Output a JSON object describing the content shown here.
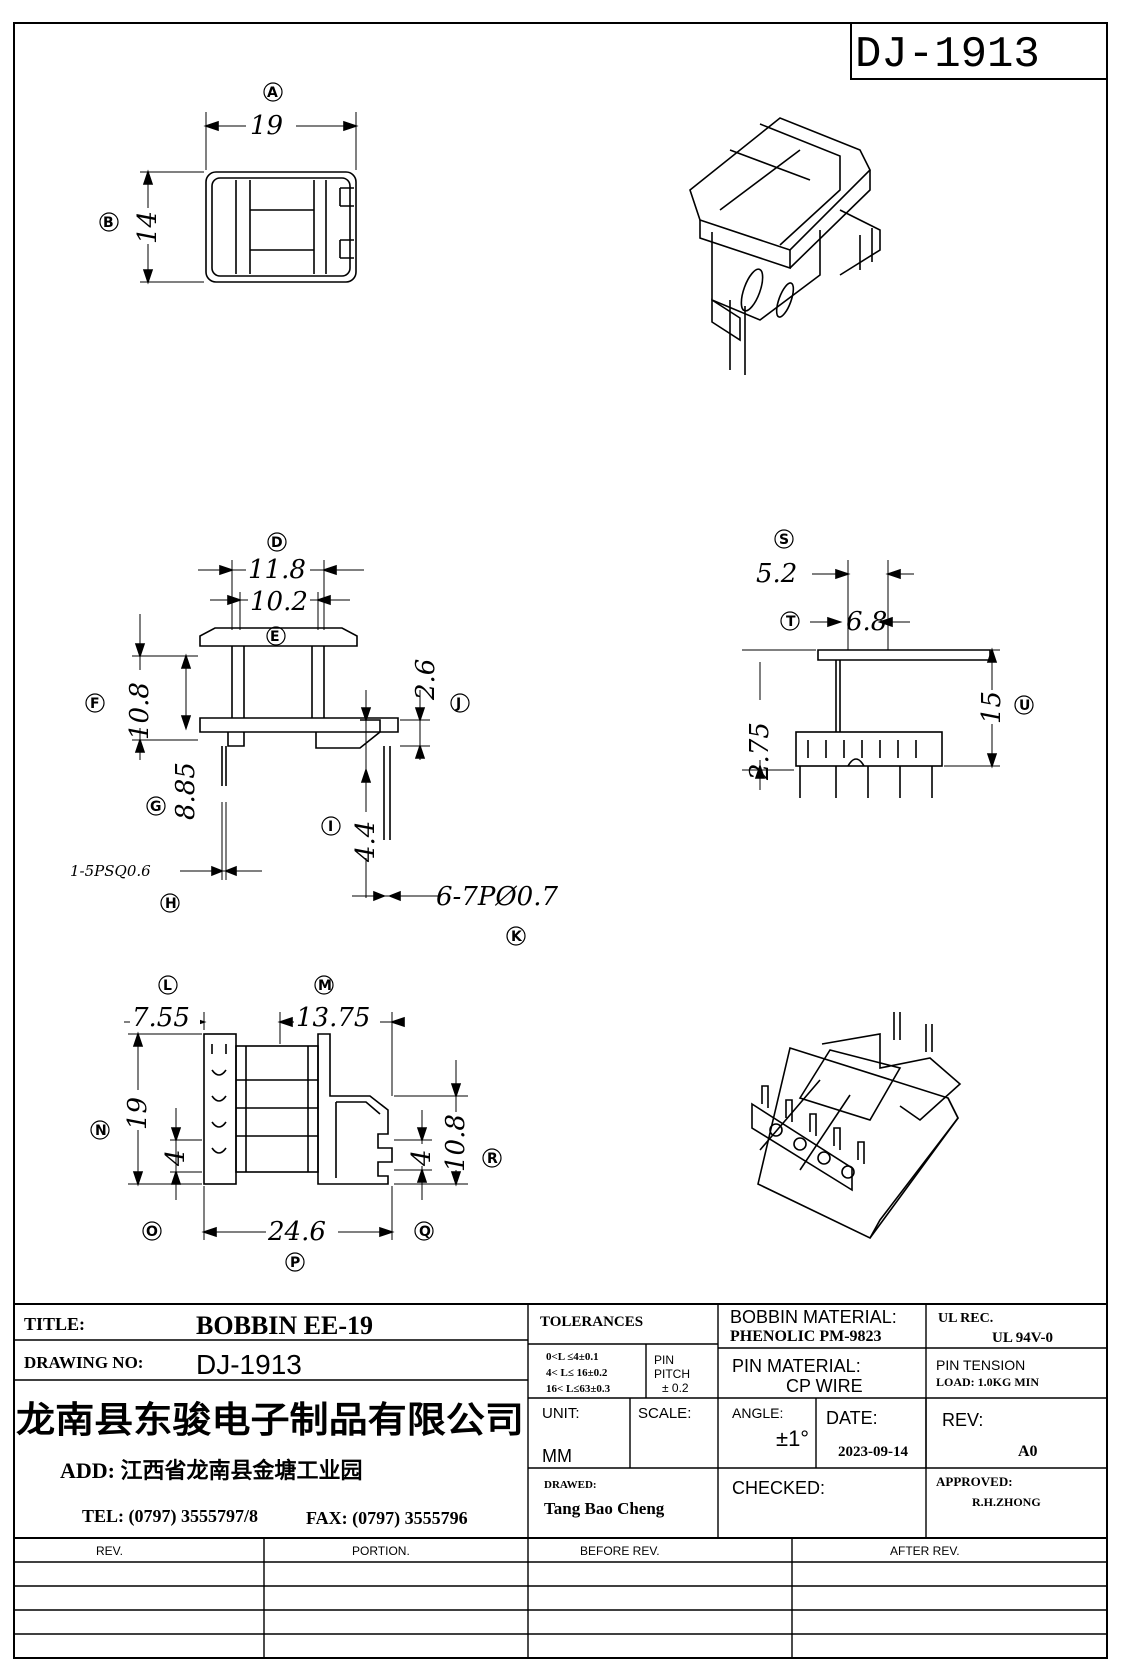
{
  "drawing_code": "DJ-1913",
  "views": {
    "top": {
      "a": "19",
      "b": "14",
      "ref_a": "A",
      "ref_b": "B"
    },
    "front": {
      "d": "11.8",
      "e": "10.2",
      "f": "10.8",
      "g": "8.85",
      "j": "2.6",
      "i": "4.4",
      "pin_sq": "1-5PSQ0.6",
      "pin_round": "6-7PØ0.7",
      "ref_d": "D",
      "ref_e": "E",
      "ref_f": "F",
      "ref_g": "G",
      "ref_h": "H",
      "ref_i": "I",
      "ref_j": "J",
      "ref_k": "K"
    },
    "side": {
      "s": "5.2",
      "t": "6.8",
      "v": "2.75",
      "u": "15",
      "ref_s": "S",
      "ref_t": "T",
      "ref_u": "U"
    },
    "bottom": {
      "l": "7.55",
      "m": "13.75",
      "n": "19",
      "o": "4",
      "r": "10.8",
      "q": "4",
      "p": "24.6",
      "ref_l": "L",
      "ref_m": "M",
      "ref_n": "N",
      "ref_o": "O",
      "ref_p": "P",
      "ref_q": "Q",
      "ref_r": "R"
    }
  },
  "title_block": {
    "title_label": "TITLE:",
    "title_value": "BOBBIN EE-19",
    "drawing_no_label": "DRAWING NO:",
    "drawing_no_value": "DJ-1913",
    "company": "龙南县东骏电子制品有限公司",
    "address": "ADD: 江西省龙南县金塘工业园",
    "tel": "TEL: (0797) 3555797/8",
    "fax": "FAX: (0797) 3555796",
    "tolerances_label": "TOLERANCES",
    "tol_1": "0<L ≤4±0.1",
    "tol_2": "4< L≤  16±0.2",
    "tol_3": "16< L≤63±0.3",
    "pin_pitch_1": "PIN",
    "pin_pitch_2": "PITCH",
    "pin_pitch_3": "± 0.2",
    "unit_label": "UNIT:",
    "unit_value": "MM",
    "scale_label": "SCALE:",
    "drawed_label": "DRAWED:",
    "drawed_value": "Tang Bao Cheng",
    "bobbin_material_label": "BOBBIN MATERIAL:",
    "bobbin_material_value": "PHENOLIC  PM-9823",
    "pin_material_label": "PIN MATERIAL:",
    "pin_material_value": "CP WIRE",
    "angle_label": "ANGLE:",
    "angle_value": "±1°",
    "date_label": "DATE:",
    "date_value": "2023-09-14",
    "checked_label": "CHECKED:",
    "ul_label": "UL REC.",
    "ul_value": "UL  94V-0",
    "pin_tension_label": "PIN TENSION",
    "pin_tension_value": "LOAD:  1.0KG MIN",
    "rev_label": "REV:",
    "rev_value": "A0",
    "approved_label": "APPROVED:",
    "approved_value": "R.H.ZHONG"
  },
  "revision_table": {
    "headers": [
      "REV.",
      "PORTION.",
      "BEFORE REV.",
      "AFTER REV."
    ],
    "rows": [
      [
        "",
        "",
        "",
        ""
      ],
      [
        "",
        "",
        "",
        ""
      ],
      [
        "",
        "",
        "",
        ""
      ],
      [
        "",
        "",
        "",
        ""
      ]
    ]
  }
}
